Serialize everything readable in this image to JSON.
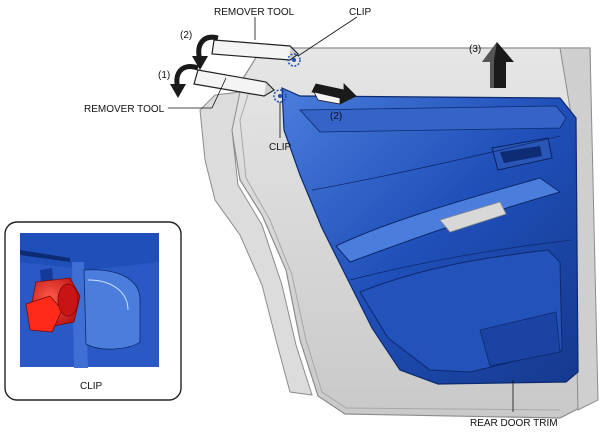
{
  "labels": {
    "remover_tool_top": "REMOVER TOOL",
    "remover_tool_left": "REMOVER TOOL",
    "clip_top": "CLIP",
    "clip_lower": "CLIP",
    "clip_inset": "CLIP",
    "rear_door_trim": "REAR DOOR TRIM",
    "step_1": "(1)",
    "step_2_top": "(2)",
    "step_2_right": "(2)",
    "step_3": "(3)"
  },
  "colors": {
    "trim_blue": "#1f4fb8",
    "trim_blue_dark": "#15378a",
    "trim_blue_light": "#3f72d6",
    "door_frame": "#d6d6d6",
    "door_frame_edge": "#8c8c8c",
    "clip_red": "#e01818",
    "arrow": "#1a1a1a"
  }
}
